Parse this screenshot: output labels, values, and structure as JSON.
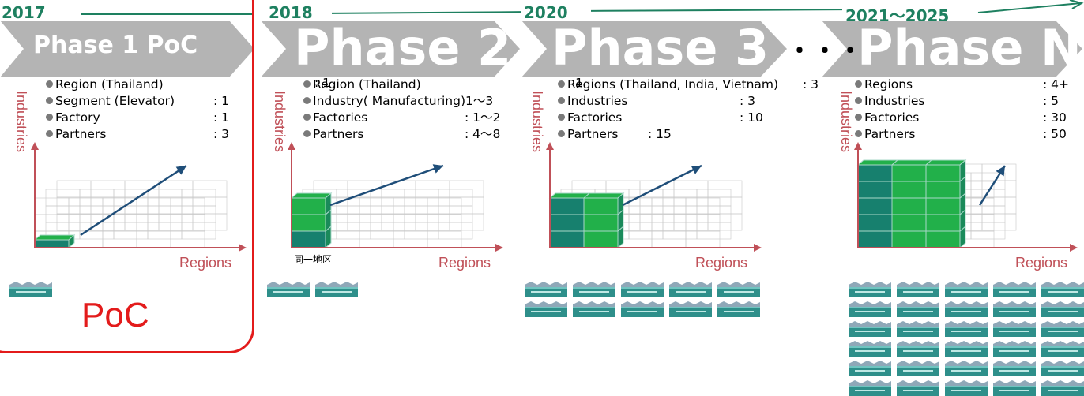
{
  "timeline": {
    "years": [
      "2017",
      "2018",
      "2020",
      "2021～2025"
    ],
    "dots": "・・・"
  },
  "phases": [
    {
      "label": "Phase 1 PoC",
      "stats": [
        {
          "label": "Region (Thailand)",
          "value": ""
        },
        {
          "label": "Segment (Elevator)",
          "value": ": 1"
        },
        {
          "label": "Factory",
          "value": ": 1"
        },
        {
          "label": "Partners",
          "value": ": 3"
        }
      ],
      "axis_y": "Industries",
      "axis_x": "Regions",
      "filled": {
        "cols": 1,
        "rows": 1
      },
      "icon_count": 1
    },
    {
      "label": "Phase 2",
      "stats": [
        {
          "label": "Region (Thailand)",
          "value": ""
        },
        {
          "label": "Industry( Manufacturing)1～3",
          "value": ""
        },
        {
          "label": "Factories",
          "value": ": 1～2"
        },
        {
          "label": "Partners",
          "value": ": 4～8"
        }
      ],
      "overlay": ": 1",
      "axis_y": "Industries",
      "axis_x": "Regions",
      "note": "同一地区",
      "filled": {
        "cols": 1,
        "rows": 3
      },
      "icon_count": 2
    },
    {
      "label": "Phase 3",
      "stats": [
        {
          "label": "Regions (Thailand, India, Vietnam)",
          "value": ": 3"
        },
        {
          "label": "Industries",
          "value": ": 3"
        },
        {
          "label": "Factories",
          "value": ": 10"
        },
        {
          "label": "Partners",
          "value": ": 15"
        }
      ],
      "overlay": ": 1",
      "axis_y": "Industries",
      "axis_x": "Regions",
      "filled": {
        "cols": 2,
        "rows": 3
      },
      "icon_count": 10
    },
    {
      "label": "Phase N",
      "stats": [
        {
          "label": "Regions",
          "value": ": 4+"
        },
        {
          "label": "Industries",
          "value": ": 5"
        },
        {
          "label": "Factories",
          "value": ": 30"
        },
        {
          "label": "Partners",
          "value": ": 50"
        }
      ],
      "axis_y": "Industries",
      "axis_x": "Regions",
      "filled": {
        "cols": 3,
        "rows": 5
      },
      "icon_count": 30
    }
  ],
  "highlight": {
    "label": "PoC",
    "color": "#e31b1b"
  },
  "colors": {
    "timeline": "#1e8060",
    "chevron": "#b4b4b4",
    "axis": "#c05058",
    "arrow": "#1f4e79",
    "cube_dark": "#17806e",
    "cube_light": "#22b04a"
  }
}
